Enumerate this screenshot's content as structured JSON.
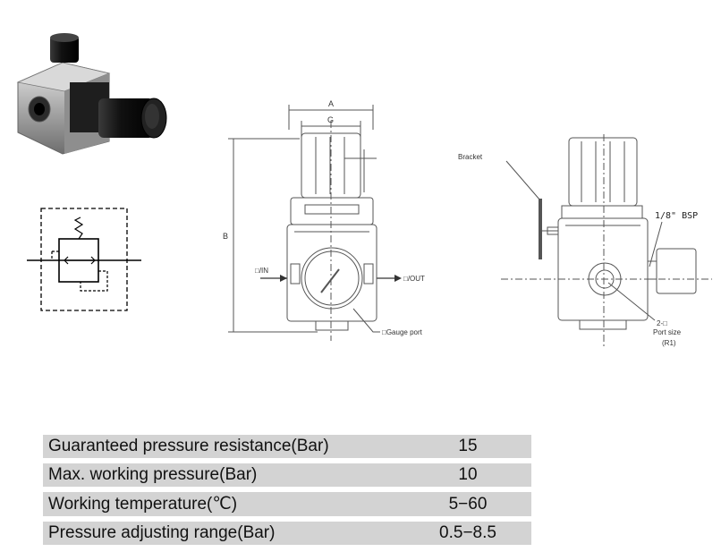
{
  "drawing": {
    "dim_a": "A",
    "dim_g": "G",
    "dim_b": "B",
    "in_label": "□/IN",
    "out_label": "□/OUT",
    "gauge_port": "□Gauge port",
    "bracket": "Bracket",
    "bsp": "1/8\" BSP",
    "port_count": "2-□",
    "port_size": "Port size",
    "r1": "(R1)"
  },
  "specs": [
    {
      "label": "Guaranteed pressure resistance(Bar)",
      "value": "15",
      "shaded": true
    },
    {
      "label": "Max. working pressure(Bar)",
      "value": "10",
      "shaded": true
    },
    {
      "label": "Working temperature(℃)",
      "value": "5−60",
      "shaded": true
    },
    {
      "label": "Pressure adjusting range(Bar)",
      "value": "0.5−8.5",
      "shaded": true
    }
  ],
  "colors": {
    "row_shade": "#d3d3d3",
    "line": "#555555",
    "knob": "#1a1a1a",
    "body": "#b8b8b8"
  },
  "icons": {
    "product": "regulator-photo-icon",
    "symbol": "regulator-symbol-icon"
  }
}
